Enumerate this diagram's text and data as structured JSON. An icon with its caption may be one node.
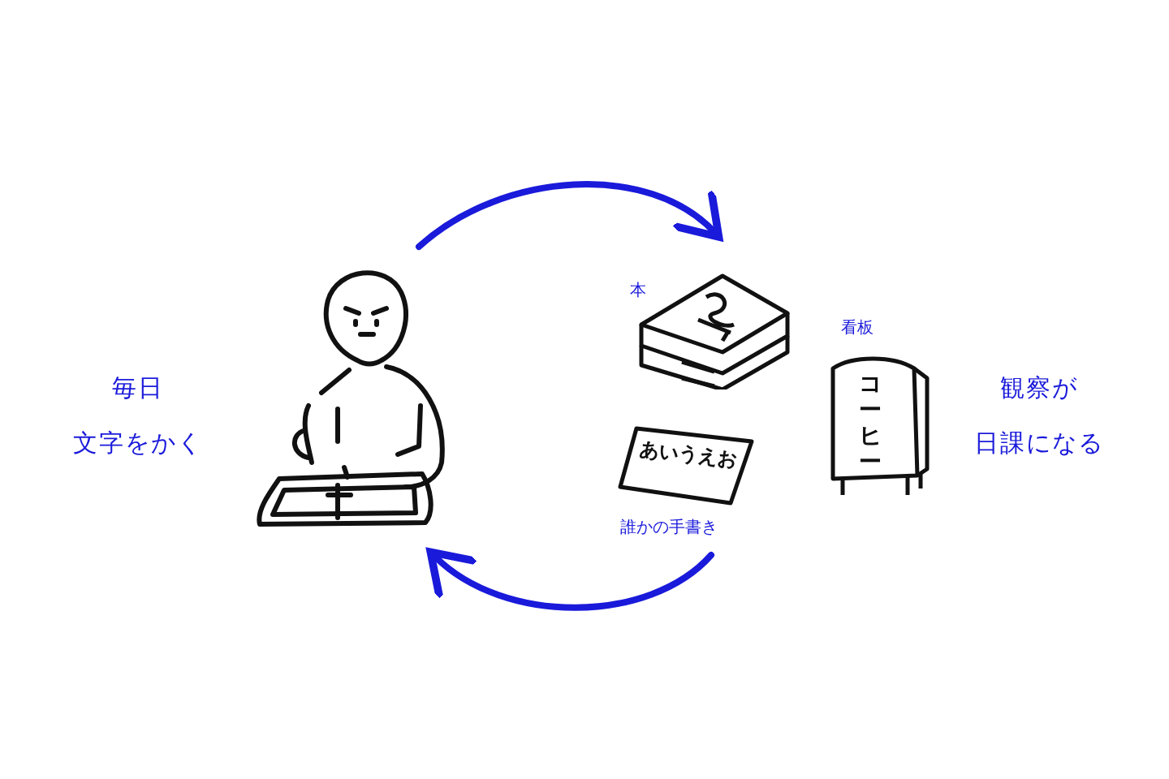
{
  "diagram": {
    "nodes": [
      {
        "text": [],
        "shape": "picture"
      },
      {
        "text": [],
        "shape": "picture",
        "beside": [
          "本"
        ]
      },
      {
        "text": [
          "コーヒー"
        ],
        "beside": [
          "看板"
        ]
      },
      {
        "text": [
          "あいうえお"
        ],
        "beside": [
          "誰かの手書き"
        ]
      }
    ],
    "edges": [
      {
        "from": 0,
        "to": 1,
        "arrow": "to"
      },
      {
        "from": 3,
        "to": 0,
        "arrow": "to"
      }
    ],
    "labels": [
      "毎日",
      "文字をかく",
      "観察が",
      "日課になる"
    ]
  }
}
